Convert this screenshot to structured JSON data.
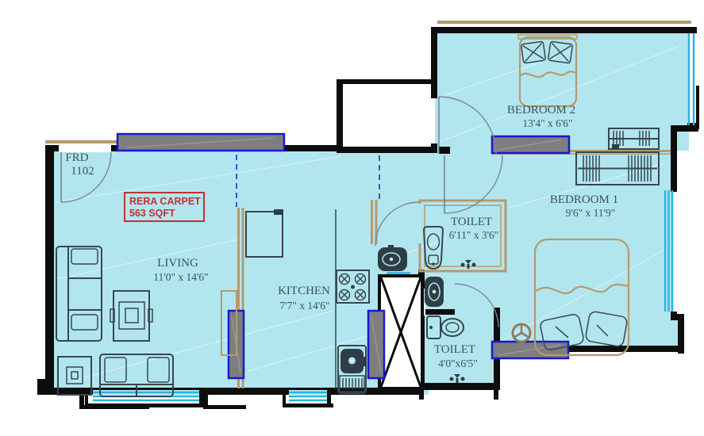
{
  "meta": {
    "drawing_type": "apartment floor plan"
  },
  "badge": {
    "line1": "RERA CARPET",
    "line2": "563 SQFT"
  },
  "entry": {
    "door_code_line1": "FRD",
    "door_code_line2": "1102"
  },
  "rooms": {
    "living": {
      "name": "LIVING",
      "dims": "11'0\" x 14'6\""
    },
    "kitchen": {
      "name": "KITCHEN",
      "dims": "7'7\" x 14'6\""
    },
    "toilet_1": {
      "name": "TOILET",
      "dims": "6'11\" x 3'6\""
    },
    "toilet_2": {
      "name": "TOILET",
      "dims": "4'0\"x6'5\""
    },
    "bedroom_1": {
      "name": "BEDROOM 1",
      "dims": "9'6\" x 11'9\""
    },
    "bedroom_2": {
      "name": "BEDROOM 2",
      "dims": "13'4\" x 6'6\""
    }
  },
  "colors": {
    "floor": "#b2e6ef",
    "wall": "#0d0d0d",
    "partition_tan": "#b59a6e",
    "door_panel_gray": "#7e7e7e",
    "door_panel_border_blue": "#1b18d0",
    "window_cyan": "#29b3e2",
    "label_text": "#3d525c",
    "rera_red": "#c43030"
  }
}
